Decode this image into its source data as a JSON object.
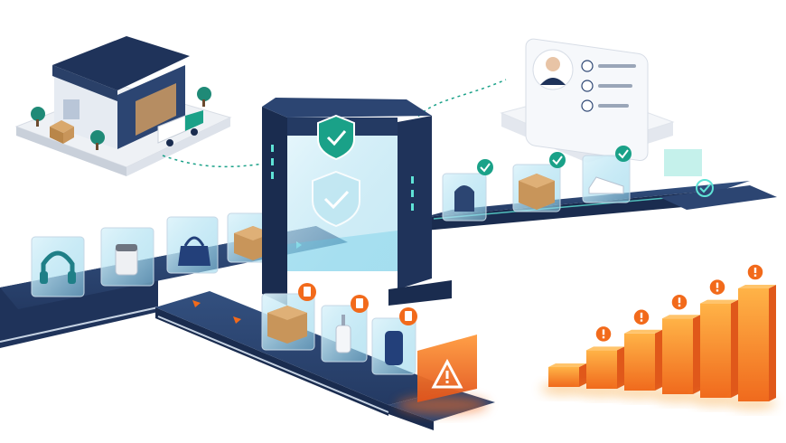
{
  "colors": {
    "navy": "#243a63",
    "navy_dark": "#1a2c4f",
    "teal": "#1aa188",
    "teal_glow": "#5fe3d6",
    "alert_orange": "#f26a1b",
    "amber": "#f7a43a",
    "white_panel": "#f4f6f9"
  },
  "icons": {
    "gate_badge": "shield-check-icon",
    "approved_mark": "check-circle-icon",
    "document_badge": "document-icon",
    "warning_panel": "warning-triangle-icon",
    "bar_alert": "exclamation-circle-icon",
    "profile_items": [
      "phone-icon",
      "mail-icon",
      "shield-icon"
    ]
  },
  "scene": {
    "approved_lane_items": [
      "backpack-icon",
      "cardboard-box-icon",
      "sneaker-icon"
    ],
    "input_lane_items": [
      "headphones-icon",
      "jar-icon",
      "handbag-icon",
      "cardboard-box-icon"
    ],
    "flagged_lane_items": [
      "cardboard-box-icon",
      "pump-bottle-icon",
      "canister-icon"
    ]
  },
  "chart_data": {
    "type": "bar",
    "categories": [],
    "values": [
      1,
      2,
      3,
      4,
      5,
      6
    ],
    "flagged": [
      false,
      true,
      true,
      true,
      true,
      true
    ]
  }
}
